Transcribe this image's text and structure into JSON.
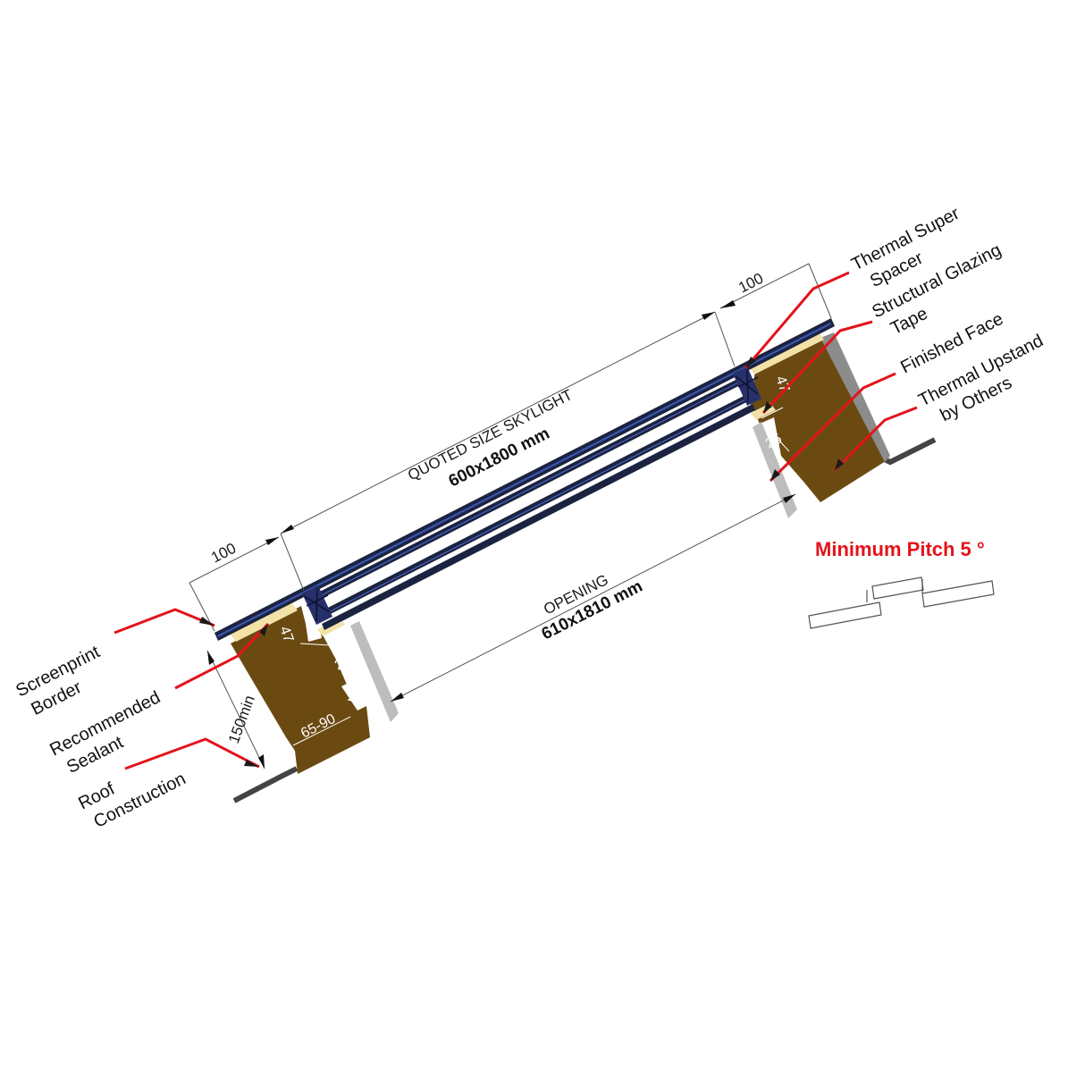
{
  "callouts": {
    "screenprint_border": [
      "Screenprint",
      "Border"
    ],
    "recommended_sealant": [
      "Recommended",
      "Sealant"
    ],
    "roof_construction": [
      "Roof",
      "Construction"
    ],
    "thermal_super_spacer": [
      "Thermal Super",
      "Spacer"
    ],
    "structural_glazing_tape": [
      "Structural Glazing",
      "Tape"
    ],
    "finished_face": "Finished Face",
    "thermal_upstand": [
      "Thermal Upstand",
      "by Others"
    ]
  },
  "dimensions": {
    "left_overhang": "100",
    "right_overhang": "100",
    "quoted_label": "QUOTED SIZE SKYLIGHT",
    "quoted_value": "600x1800 mm",
    "opening_label": "OPENING",
    "opening_value": "610x1810 mm",
    "left_47": "47",
    "left_25": "25",
    "left_65_90": "65-90",
    "left_150min": "150min",
    "right_47": "47",
    "right_25": "25"
  },
  "pitch": {
    "label": "Minimum Pitch 5 °"
  },
  "colors": {
    "callout_red": "#e3131b",
    "timber_brown": "#6b4a12",
    "frame_navy": "#1b2340",
    "glass_blue": "#2d3f88",
    "sealant_cream": "#f2e2a8",
    "flashing_grey": "#bdbdbd",
    "roof_dark": "#444444"
  }
}
